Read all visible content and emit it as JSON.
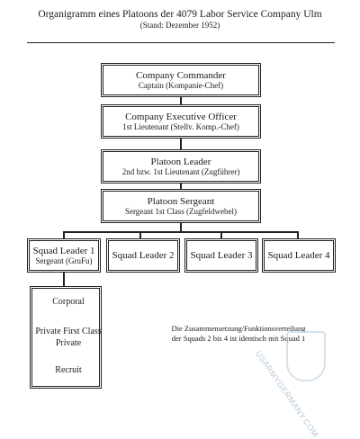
{
  "header": {
    "title": "Organigramm eines Platoons der 4079 Labor Service Company Ulm",
    "subtitle": "(Stand: Dezember 1952)"
  },
  "org": {
    "company_commander": {
      "title": "Company Commander",
      "sub": "Captain (Kompanie-Chef)"
    },
    "executive_officer": {
      "title": "Company Executive Officer",
      "sub": "1st Lieutenant (Stellv. Komp.-Chef)"
    },
    "platoon_leader": {
      "title": "Platoon Leader",
      "sub": "2nd bzw. 1st Lieutenant (Zugführer)"
    },
    "platoon_sergeant": {
      "title": "Platoon Sergeant",
      "sub": "Sergeant 1st Class (Zugfeldwebel)"
    },
    "squad_leaders": [
      {
        "title": "Squad Leader 1",
        "sub": "Sergeant (GruFu)"
      },
      {
        "title": "Squad Leader 2"
      },
      {
        "title": "Squad Leader 3"
      },
      {
        "title": "Squad Leader 4"
      }
    ],
    "squad_ranks": [
      "Corporal",
      "Private First Class",
      "Private",
      "Recruit"
    ]
  },
  "note": {
    "line1": "Die Zusammensetzung/Funktionsverteilung",
    "line2": "der Squads 2 bis 4 ist identisch mit Squad 1"
  },
  "watermark": {
    "text": "USARMYGERMANY.COM",
    "color": "#b7c9db"
  }
}
